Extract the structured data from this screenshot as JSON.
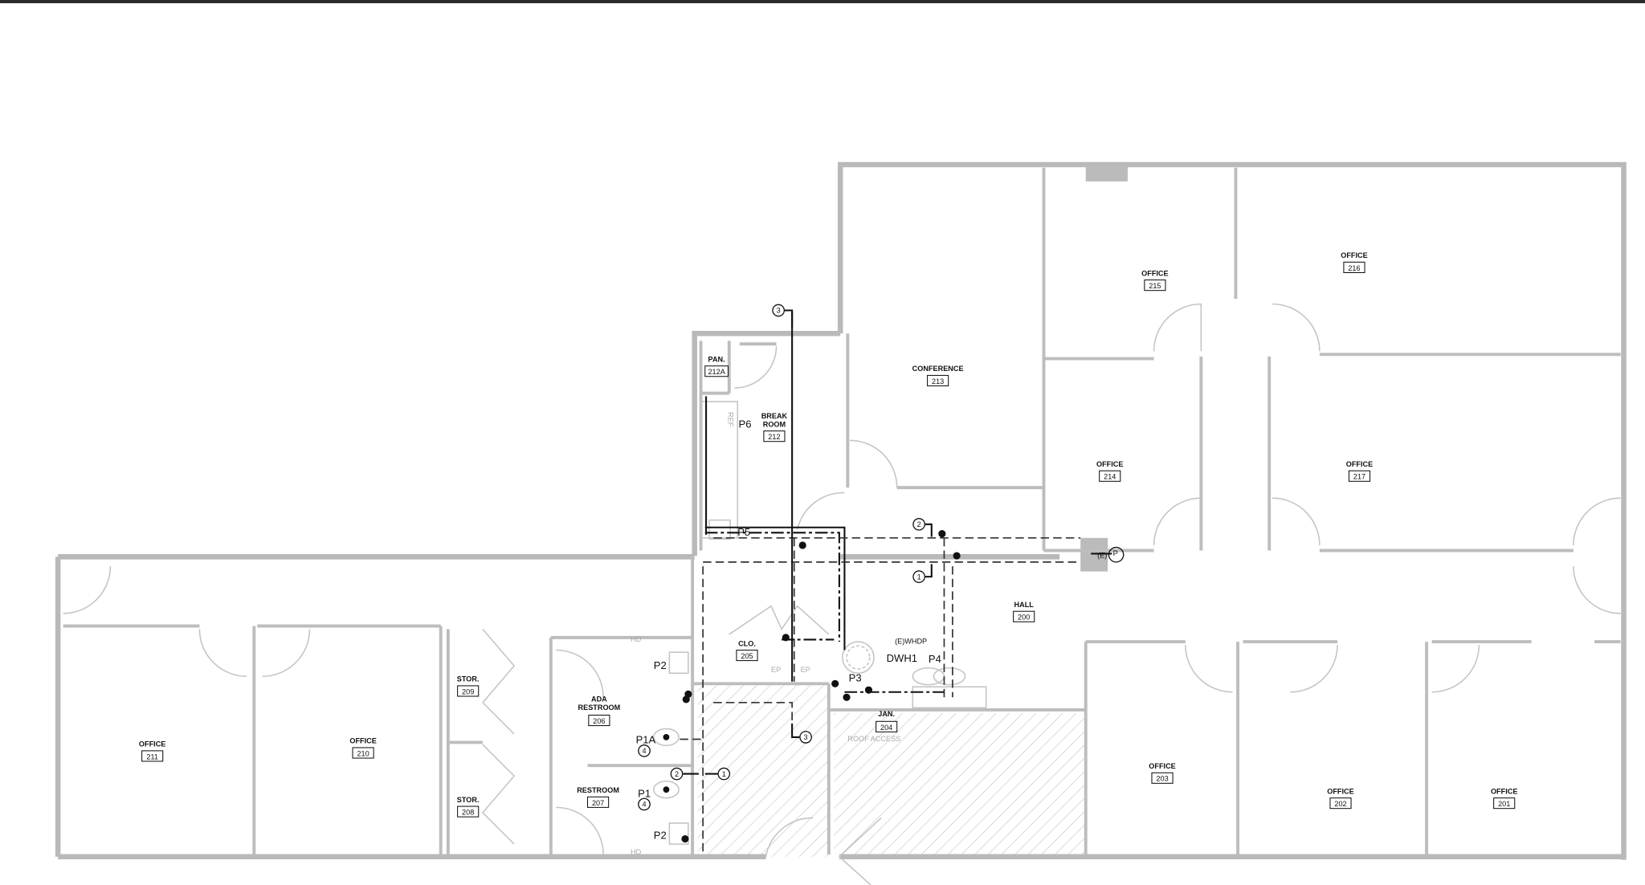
{
  "rooms": {
    "office_216": {
      "name": "OFFICE",
      "number": "216"
    },
    "office_215": {
      "name": "OFFICE",
      "number": "215"
    },
    "conference_213": {
      "name": "CONFERENCE",
      "number": "213"
    },
    "office_214": {
      "name": "OFFICE",
      "number": "214"
    },
    "office_217": {
      "name": "OFFICE",
      "number": "217"
    },
    "pantry_212a": {
      "name": "PAN.",
      "number": "212A"
    },
    "break_room_212": {
      "name_line1": "BREAK",
      "name_line2": "ROOM",
      "number": "212"
    },
    "hall_200": {
      "name": "HALL",
      "number": "200"
    },
    "closet_205": {
      "name": "CLO.",
      "number": "205"
    },
    "janitor_204": {
      "name": "JAN.",
      "number": "204"
    },
    "ada_restroom_206": {
      "name_line1": "ADA",
      "name_line2": "RESTROOM",
      "number": "206"
    },
    "restroom_207": {
      "name": "RESTROOM",
      "number": "207"
    },
    "storage_209": {
      "name": "STOR.",
      "number": "209"
    },
    "storage_208": {
      "name": "STOR.",
      "number": "208"
    },
    "office_211": {
      "name": "OFFICE",
      "number": "211"
    },
    "office_210": {
      "name": "OFFICE",
      "number": "210"
    },
    "office_203": {
      "name": "OFFICE",
      "number": "203"
    },
    "office_202": {
      "name": "OFFICE",
      "number": "202"
    },
    "office_201": {
      "name": "OFFICE",
      "number": "201"
    }
  },
  "fixtures": {
    "p1": "P1",
    "p1a": "P1A",
    "p2_upper": "P2",
    "p2_lower": "P2",
    "p3": "P3",
    "p4": "P4",
    "p5": "P5",
    "p6": "P6",
    "dwh1": "DWH1",
    "whdp": "(E)WHDP",
    "existing_e": "(E)",
    "p_tag": "P"
  },
  "keynotes": {
    "k1": "1",
    "k2": "2",
    "k3": "3",
    "k4": "4"
  },
  "annotations": {
    "roof_access": "ROOF ACCESS",
    "ref": "REF",
    "ep": "EP",
    "hd": "HD"
  },
  "colors": {
    "wall": "#b9b9b9",
    "pipe": "#111111",
    "hatch": "#bdbdbd"
  }
}
